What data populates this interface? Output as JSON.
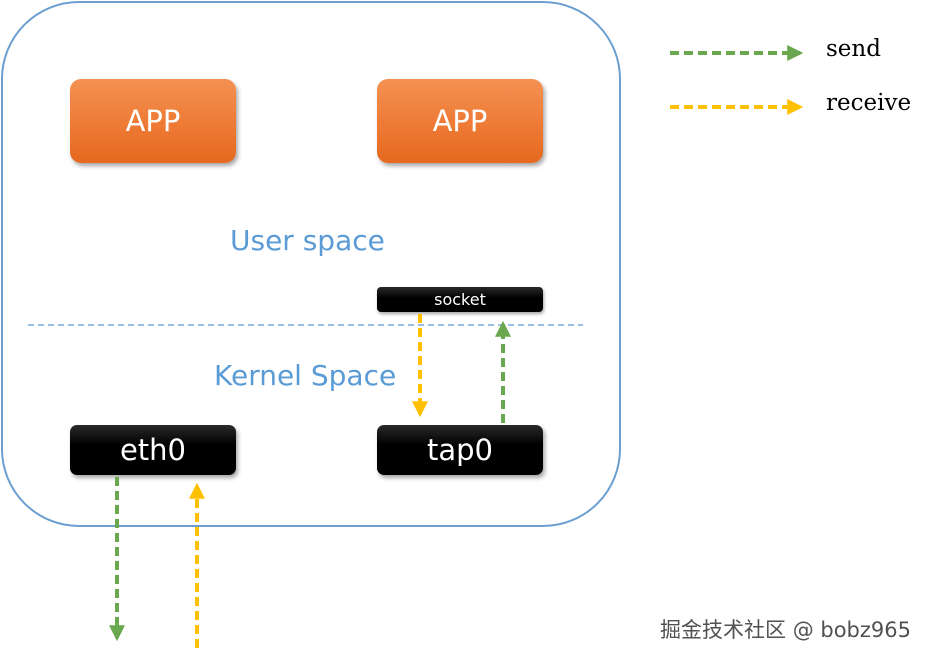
{
  "boxes": {
    "app_left": "APP",
    "app_right": "APP",
    "eth0": "eth0",
    "tap0": "tap0",
    "socket": "socket"
  },
  "labels": {
    "user_space": "User space",
    "kernel_space": "Kernel Space"
  },
  "legend": {
    "send": {
      "label": "send",
      "color": "#6aa84f"
    },
    "receive": {
      "label": "receive",
      "color": "#ffc000"
    }
  },
  "watermark": "掘金技术社区 @ bobz965",
  "colors": {
    "frame": "#6a9fcf",
    "divider": "#5b9bd5",
    "app_fill": "#ee7a35",
    "device_fill": "#000000",
    "space_label": "#5b9bd5"
  }
}
